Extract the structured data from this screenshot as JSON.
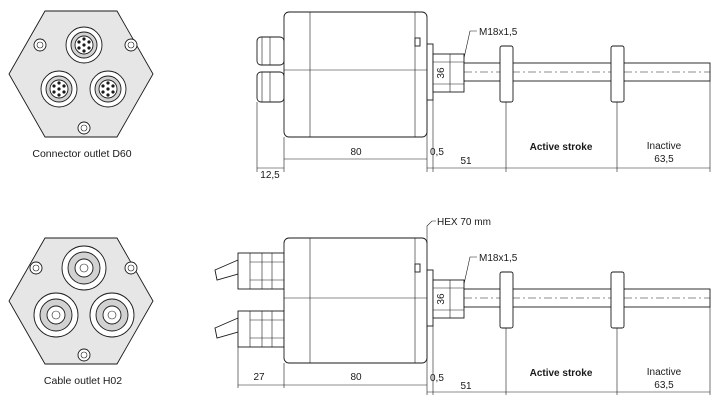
{
  "top": {
    "caption": "Connector outlet D60",
    "thread": "M18x1,5",
    "hex": "36",
    "d1": "12,5",
    "d2": "80",
    "d3": "0,5",
    "d4": "51",
    "active": "Active stroke",
    "inactive1": "Inactive",
    "inactive2": "63,5"
  },
  "bottom": {
    "caption": "Cable outlet H02",
    "hex_note": "HEX 70 mm",
    "thread": "M18x1,5",
    "hex": "36",
    "d1": "27",
    "d2": "80",
    "d3": "0,5",
    "d4": "51",
    "active": "Active stroke",
    "inactive1": "Inactive",
    "inactive2": "63,5"
  }
}
